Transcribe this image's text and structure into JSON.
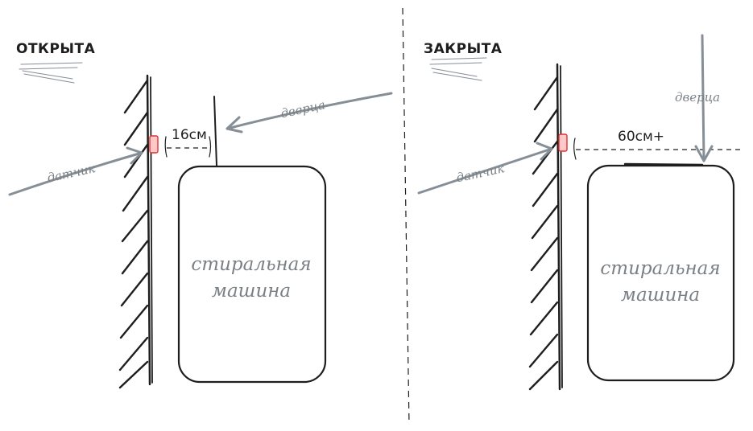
{
  "panels": {
    "open": {
      "title": "ОТКРЫТА",
      "distance": "16см",
      "door_label": "дверца",
      "sensor_label": "датчик",
      "machine_line1": "стиральная",
      "machine_line2": "машина"
    },
    "closed": {
      "title": "ЗАКРЫТА",
      "distance": "60см+",
      "door_label": "дверца",
      "sensor_label": "датчик",
      "machine_line1": "стиральная",
      "machine_line2": "машина"
    }
  },
  "colors": {
    "ink": "#1e1e1e",
    "annotation": "#868e96",
    "sensor_fill": "#ffc9c9",
    "sensor_stroke": "#e03131"
  }
}
